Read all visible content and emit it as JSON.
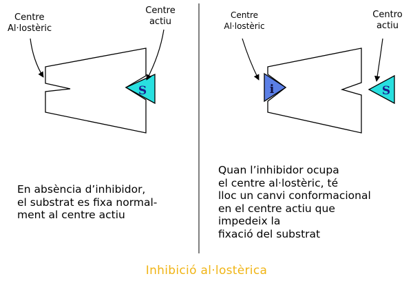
{
  "left_panel": {
    "allosteric_label": [
      "Centre",
      "Al·lostèric"
    ],
    "active_label": [
      "Centre",
      "actiu"
    ],
    "substrate_symbol": "S",
    "caption": [
      "En absència d’inhibidor,",
      "el substrat es fixa normal-",
      "ment al centre actiu"
    ]
  },
  "right_panel": {
    "allosteric_label": [
      "Centre",
      "Al·lostèric"
    ],
    "active_label": [
      "Centro",
      "actiu"
    ],
    "substrate_symbol": "S",
    "inhibitor_symbol": "i",
    "caption": [
      "Quan l’inhibidor ocupa",
      "el centre al·lostèric, té",
      "lloc un canvi conformacional",
      "en el centre actiu que",
      "impedeix la",
      "fixació del substrat"
    ]
  },
  "title": "Inhibició al·lostèrica",
  "colors": {
    "substrate_fill": "#29e0e0",
    "inhibitor_fill": "#5b7fe6",
    "title_color": "#f0b414",
    "outline": "#000000"
  }
}
